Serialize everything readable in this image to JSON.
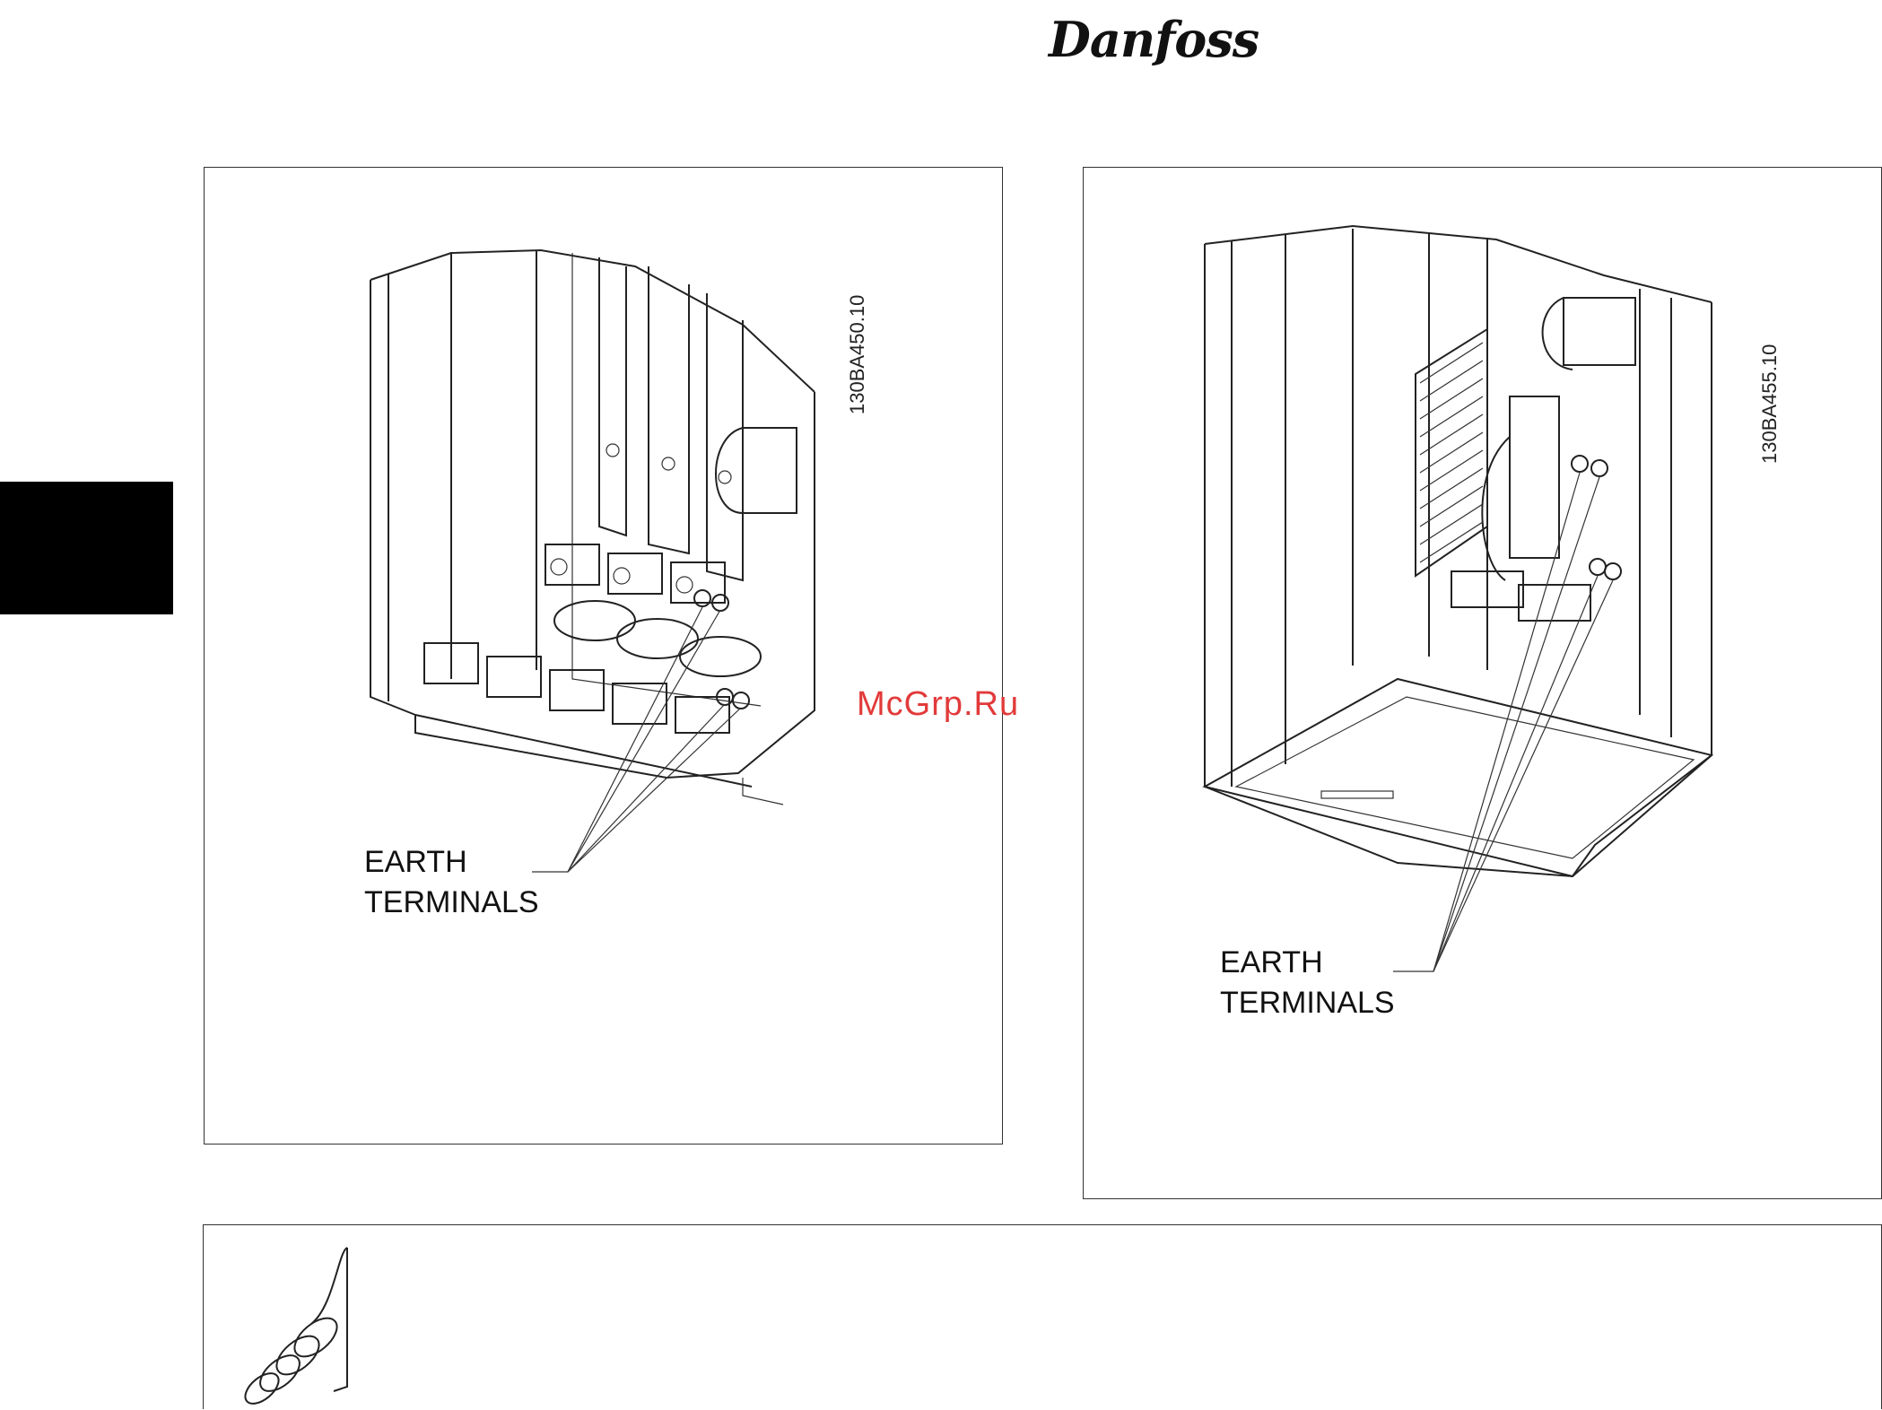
{
  "header": {
    "brand_logo": "Danfoss"
  },
  "figures": [
    {
      "drawing_code": "130BA450.10",
      "callout_line1": "EARTH",
      "callout_line2": "TERMINALS",
      "icon": "drive-enclosure-drawing"
    },
    {
      "drawing_code": "130BA455.10",
      "callout_line1": "EARTH",
      "callout_line2": "TERMINALS",
      "icon": "drive-enclosure-drawing"
    }
  ],
  "watermark": "McGrp.Ru",
  "note": {
    "icon": "note-hand-icon"
  },
  "colors": {
    "watermark": "#e23a3a",
    "tab_marker": "#000000"
  }
}
